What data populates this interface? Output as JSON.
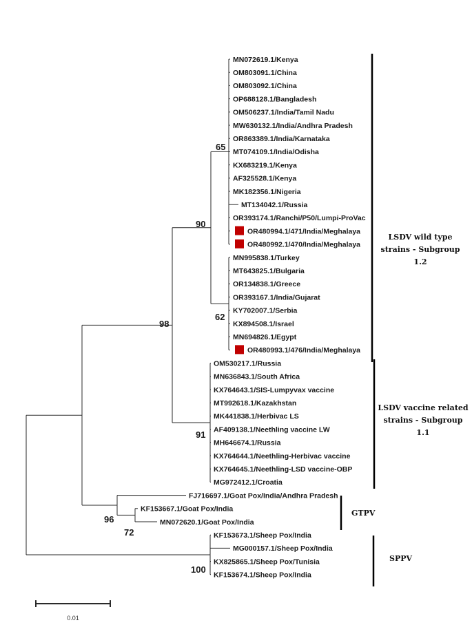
{
  "taxa": [
    "MN072619.1/Kenya",
    "OM803091.1/China",
    "OM803092.1/China",
    "OP688128.1/Bangladesh",
    "OM506237.1/India/Tamil Nadu",
    "MW630132.1/India/Andhra Pradesh",
    "OR863389.1/India/Karnataka",
    "MT074109.1/India/Odisha",
    "KX683219.1/Kenya",
    "AF325528.1/Kenya",
    "MK182356.1/Nigeria",
    "MT134042.1/Russia",
    "OR393174.1/Ranchi/P50/Lumpi-ProVac",
    "OR480994.1/471/India/Meghalaya",
    "OR480992.1/470/India/Meghalaya",
    "MN995838.1/Turkey",
    "MT643825.1/Bulgaria",
    "OR134838.1/Greece",
    "OR393167.1/India/Gujarat",
    "KY702007.1/Serbia",
    "KX894508.1/Israel",
    "MN694826.1/Egypt",
    "OR480993.1/476/India/Meghalaya",
    "OM530217.1/Russia",
    "MN636843.1/South Africa",
    "KX764643.1/SIS-Lumpyvax vaccine",
    "MT992618.1/Kazakhstan",
    "MK441838.1/Herbivac LS",
    "AF409138.1/Neethling vaccine LW",
    "MH646674.1/Russia",
    "KX764644.1/Neethling-Herbivac vaccine",
    "KX764645.1/Neethling-LSD vaccine-OBP",
    "MG972412.1/Croatia",
    "FJ716697.1/Goat Pox/India/Andhra Pradesh",
    "KF153667.1/Goat Pox/India",
    "MN072620.1/Goat Pox/India",
    "KF153673.1/Sheep Pox/India",
    "MG000157.1/Sheep Pox/India",
    "KX825865.1/Sheep Pox/Tunisia",
    "KF153674.1/Sheep Pox/India"
  ],
  "highlighted_taxa": [
    13,
    14,
    22
  ],
  "highlight_color": "#c00000",
  "bootstrap": {
    "b65": "65",
    "b90": "90",
    "b62": "62",
    "b98": "98",
    "b91": "91",
    "b96": "96",
    "b72": "72",
    "b100": "100"
  },
  "groups": {
    "subgroup_1_2": [
      "LSDV wild type",
      "strains - Subgroup",
      "1.2"
    ],
    "subgroup_1_1": [
      "LSDV vaccine related",
      "strains - Subgroup",
      "1.1"
    ],
    "gtpv": "GTPV",
    "sppv": "SPPV"
  },
  "scale_bar": {
    "label": "0.01"
  }
}
